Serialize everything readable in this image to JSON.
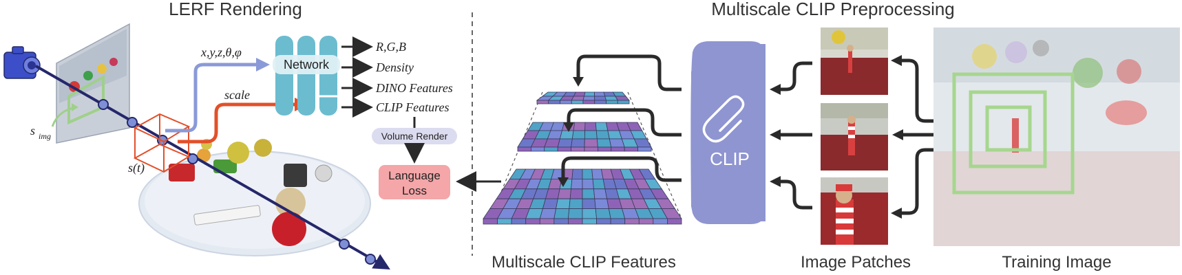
{
  "titles": {
    "lerf": "LERF Rendering",
    "preprocess": "Multiscale CLIP Preprocessing"
  },
  "labels": {
    "pose": "x,y,z,θ,φ",
    "scale": "scale",
    "network": "Network",
    "out_rgb": "R,G,B",
    "out_density": "Density",
    "out_dino": "DINO Features",
    "out_clip": "CLIP Features",
    "volume_render": "Volume Render",
    "language_loss_1": "Language",
    "language_loss_2": "Loss",
    "s_img": "s",
    "s_img_sub": "img",
    "s_t": "s(t)",
    "clip": "CLIP",
    "multiscale_features": "Multiscale CLIP Features",
    "image_patches": "Image Patches",
    "training_image": "Training Image"
  },
  "colors": {
    "network": "#6cbccf",
    "pose_arrow": "#8a9ad8",
    "scale_arrow": "#e2502a",
    "clip_block": "#8f95d0",
    "loss_box": "#f4a6a8",
    "volume_pill": "#dcdcf0",
    "ray": "#25276b",
    "grid_colors": [
      "#6b78c9",
      "#8e63b7",
      "#5aaed0",
      "#7a8ad8",
      "#a06fb8",
      "#4fa3c6"
    ]
  },
  "icons": {
    "camera": "camera-icon",
    "paperclip": "paperclip-icon"
  }
}
